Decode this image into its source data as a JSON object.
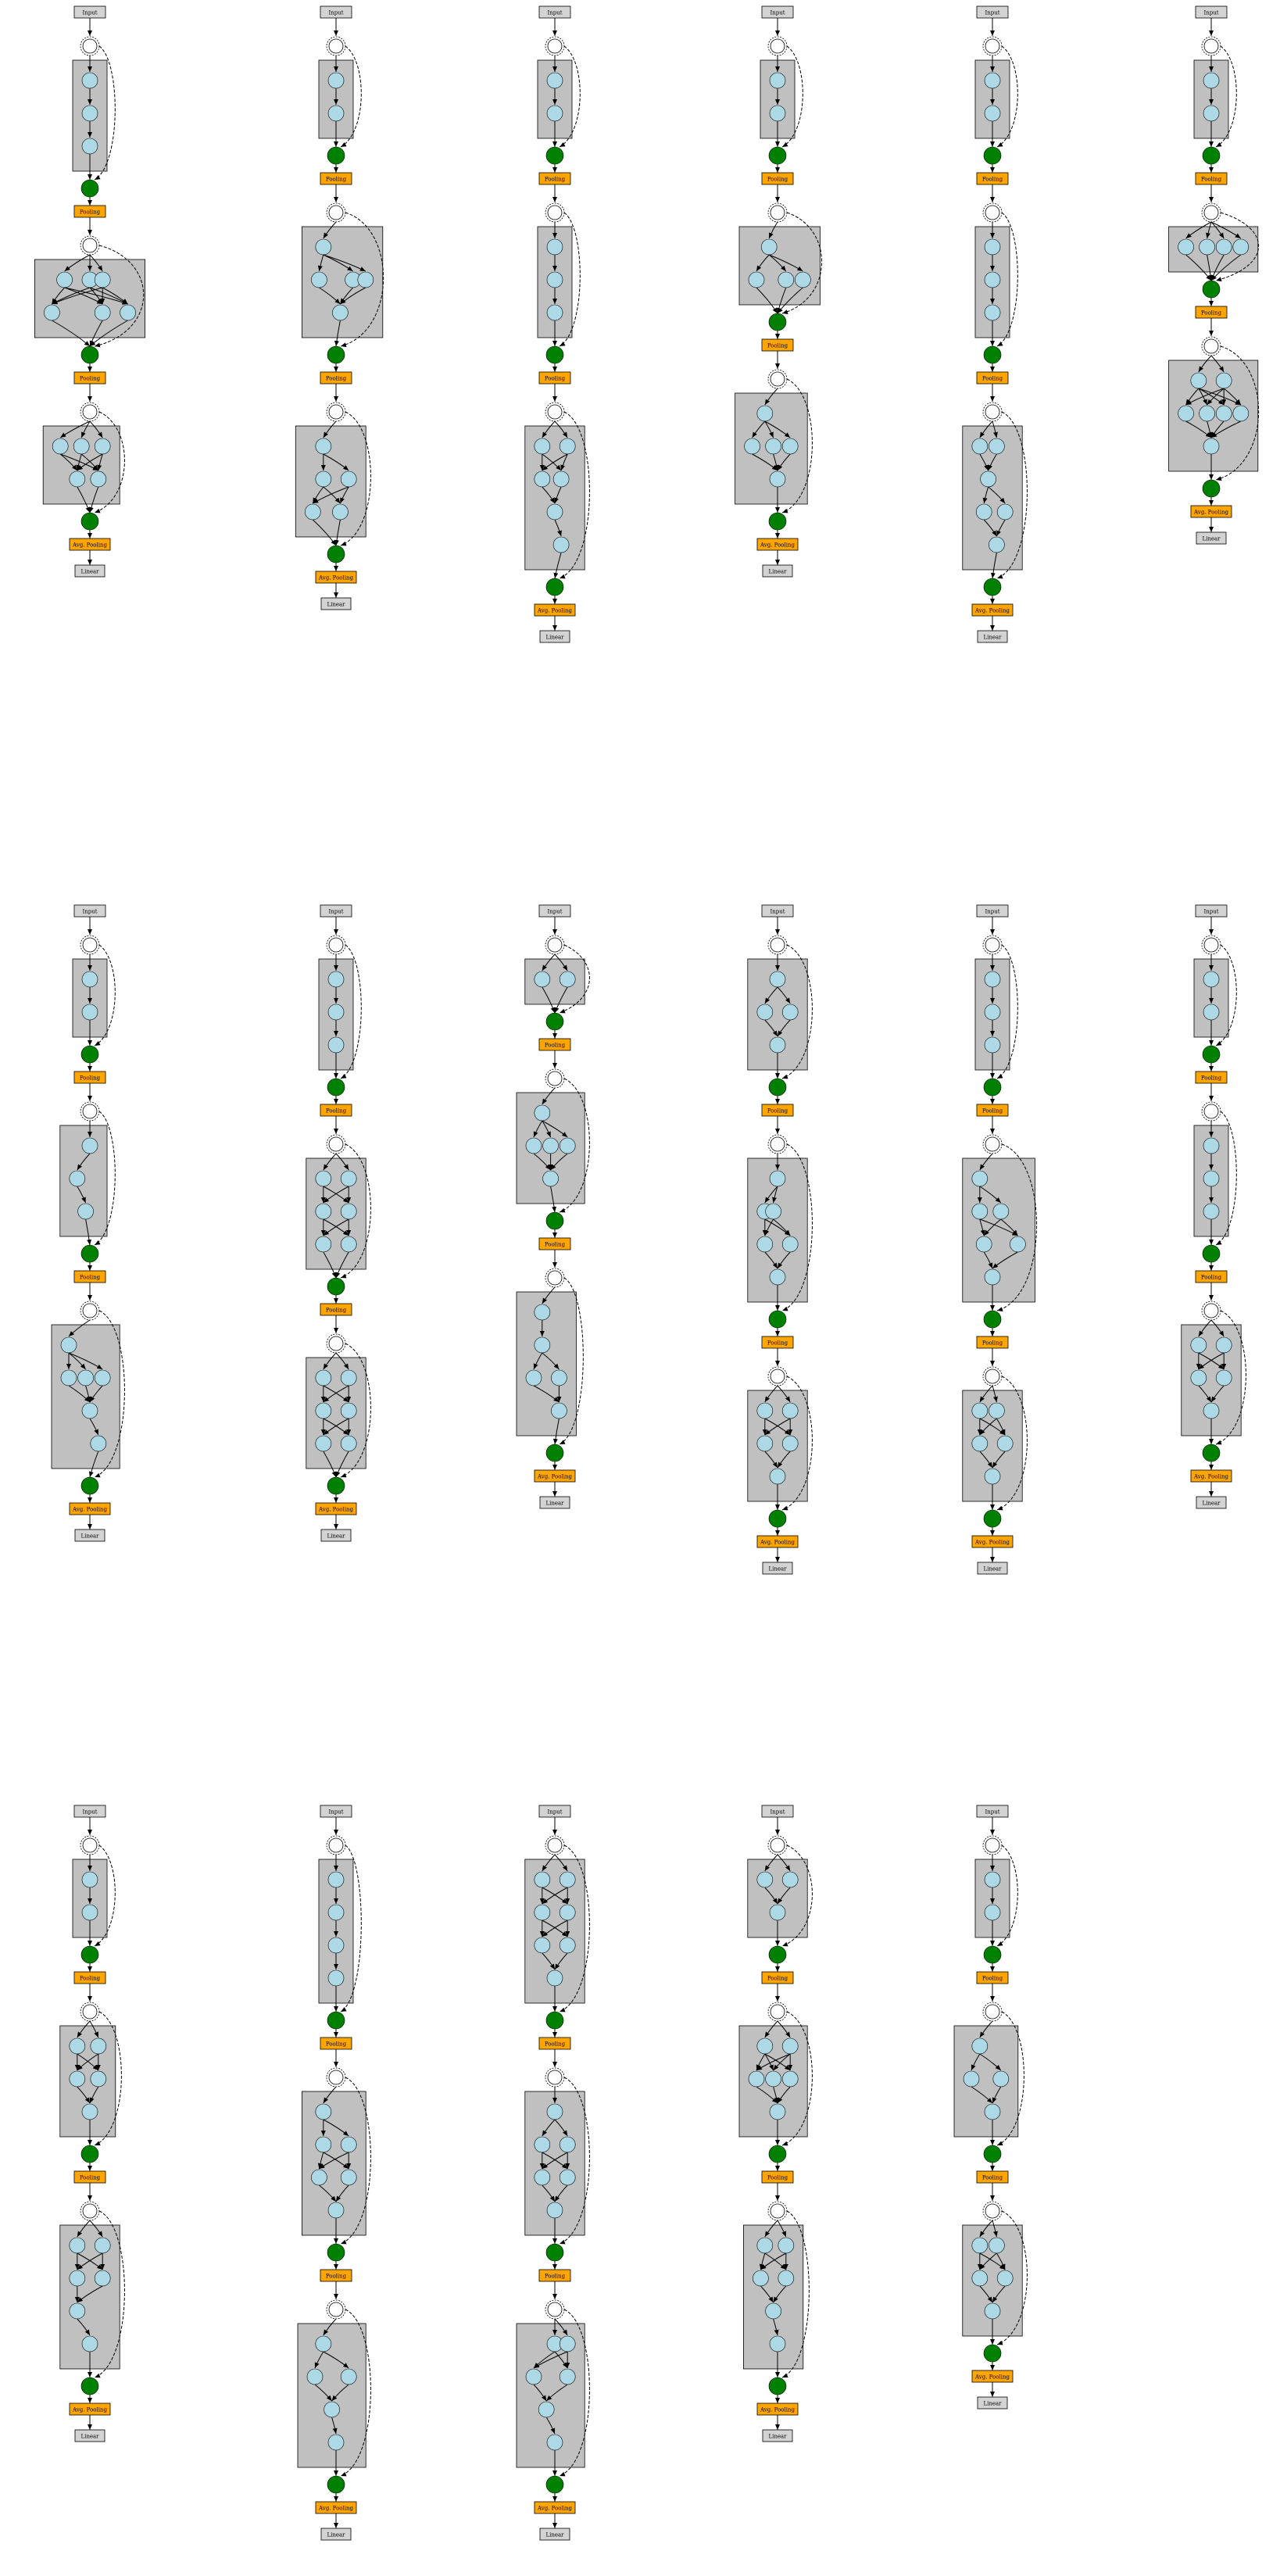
{
  "labels": {
    "input": "Input",
    "pooling": "Pooling",
    "avg_pooling": "Avg. Pooling",
    "linear": "Linear"
  },
  "colors": {
    "input_fill": "#d3d3d3",
    "pooling_fill": "#ffa500",
    "linear_fill": "#d3d3d3",
    "cell_fill": "#c0c0c0",
    "op_node": "#add8e6",
    "agg_node": "#008000"
  },
  "architectures": [
    {
      "cells": [
        {
          "ops": [
            [
              0
            ],
            [
              0
            ],
            [
              0
            ]
          ]
        },
        {
          "ops": [
            [
              -1.2,
              0,
              0.6
            ],
            [
              -1.8,
              0.6,
              1.8
            ]
          ]
        },
        {
          "ops": [
            [
              -1.4,
              -0.4,
              0.6
            ],
            [
              -0.6,
              0.4
            ]
          ]
        }
      ]
    },
    {
      "cells": [
        {
          "ops": [
            [
              0
            ],
            [
              0
            ]
          ]
        },
        {
          "ops": [
            [
              -0.6
            ],
            [
              -0.8,
              0.8,
              1.4
            ],
            [
              0.2
            ]
          ]
        },
        {
          "ops": [
            [
              -0.6
            ],
            [
              -0.6,
              0.6
            ],
            [
              -1.1,
              0.2
            ]
          ]
        }
      ]
    },
    {
      "cells": [
        {
          "ops": [
            [
              0
            ],
            [
              0
            ]
          ]
        },
        {
          "ops": [
            [
              0
            ],
            [
              0
            ],
            [
              0
            ]
          ]
        },
        {
          "ops": [
            [
              -0.6,
              0.6
            ],
            [
              -0.6,
              0.3
            ],
            [
              0
            ],
            [
              0.3
            ]
          ]
        }
      ]
    },
    {
      "cells": [
        {
          "ops": [
            [
              0
            ],
            [
              0
            ]
          ]
        },
        {
          "ops": [
            [
              -0.4
            ],
            [
              -1,
              0.4,
              1.2
            ]
          ]
        },
        {
          "ops": [
            [
              -0.6
            ],
            [
              -1.2,
              -0.2,
              0.6
            ],
            [
              0
            ]
          ]
        }
      ]
    },
    {
      "cells": [
        {
          "ops": [
            [
              0
            ],
            [
              0
            ]
          ]
        },
        {
          "ops": [
            [
              0
            ],
            [
              0
            ],
            [
              0
            ]
          ]
        },
        {
          "ops": [
            [
              -0.6,
              0.2
            ],
            [
              -0.2
            ],
            [
              -0.4,
              0.6
            ],
            [
              0.2
            ]
          ]
        }
      ]
    },
    {
      "cells": [
        {
          "ops": [
            [
              0
            ],
            [
              0
            ]
          ]
        },
        {
          "ops": [
            [
              -1.2,
              -0.2,
              0.6,
              1.4
            ]
          ]
        },
        {
          "ops": [
            [
              -0.6,
              0.6
            ],
            [
              -1.2,
              -0.2,
              0.6,
              1.4
            ],
            [
              0
            ]
          ]
        }
      ]
    },
    {
      "cells": [
        {
          "ops": [
            [
              0
            ],
            [
              0
            ]
          ]
        },
        {
          "ops": [
            [
              0
            ],
            [
              -0.6
            ],
            [
              -0.2
            ]
          ]
        },
        {
          "ops": [
            [
              -1
            ],
            [
              -1,
              -0.2,
              0.6
            ],
            [
              0
            ],
            [
              0.4
            ]
          ]
        }
      ]
    },
    {
      "cells": [
        {
          "ops": [
            [
              0
            ],
            [
              0
            ],
            [
              0
            ]
          ]
        },
        {
          "ops": [
            [
              -0.6,
              0.6
            ],
            [
              -0.6,
              0.6
            ],
            [
              -0.6,
              0.6
            ]
          ]
        },
        {
          "ops": [
            [
              -0.6,
              0.6
            ],
            [
              -0.6,
              0.6
            ],
            [
              -0.6,
              0.6
            ]
          ]
        }
      ]
    },
    {
      "cells": [
        {
          "ops": [
            [
              -0.6,
              0.6
            ]
          ]
        },
        {
          "ops": [
            [
              -0.6
            ],
            [
              -1,
              -0.2,
              0.6
            ],
            [
              -0.2
            ]
          ]
        },
        {
          "ops": [
            [
              -0.6
            ],
            [
              -0.6
            ],
            [
              -1,
              0.2
            ],
            [
              0.2
            ]
          ]
        }
      ]
    },
    {
      "cells": [
        {
          "ops": [
            [
              0
            ],
            [
              -0.6,
              0.6
            ],
            [
              0
            ]
          ]
        },
        {
          "ops": [
            [
              0
            ],
            [
              -0.6,
              -0.2
            ],
            [
              -0.6,
              0.6
            ],
            [
              0
            ]
          ]
        },
        {
          "ops": [
            [
              -0.6,
              0.6
            ],
            [
              -0.6,
              0.6
            ],
            [
              0
            ]
          ]
        }
      ]
    },
    {
      "cells": [
        {
          "ops": [
            [
              0
            ],
            [
              0
            ],
            [
              0
            ]
          ]
        },
        {
          "ops": [
            [
              -0.6
            ],
            [
              -0.6,
              0.4
            ],
            [
              -0.4,
              1.2
            ],
            [
              0
            ]
          ]
        },
        {
          "ops": [
            [
              -0.6,
              0.2
            ],
            [
              -0.6,
              0.6
            ],
            [
              0
            ]
          ]
        }
      ]
    },
    {
      "cells": [
        {
          "ops": [
            [
              0
            ],
            [
              0
            ]
          ]
        },
        {
          "ops": [
            [
              0
            ],
            [
              0
            ],
            [
              0
            ]
          ]
        },
        {
          "ops": [
            [
              -0.6,
              0.6
            ],
            [
              -0.6,
              0.6
            ],
            [
              0
            ]
          ]
        }
      ]
    },
    {
      "cells": [
        {
          "ops": [
            [
              0
            ],
            [
              0
            ]
          ]
        },
        {
          "ops": [
            [
              -0.6,
              0.4
            ],
            [
              -0.6,
              0.4
            ],
            [
              0
            ]
          ]
        },
        {
          "ops": [
            [
              -0.6,
              0.6
            ],
            [
              -0.6,
              0.6
            ],
            [
              -0.6
            ],
            [
              0
            ]
          ]
        }
      ]
    },
    {
      "cells": [
        {
          "ops": [
            [
              0
            ],
            [
              0
            ],
            [
              0
            ],
            [
              0
            ]
          ]
        },
        {
          "ops": [
            [
              -0.6
            ],
            [
              -0.6,
              0.6
            ],
            [
              -0.8,
              0.6
            ],
            [
              0
            ]
          ]
        },
        {
          "ops": [
            [
              -0.6
            ],
            [
              -1,
              0.6
            ],
            [
              -0.2
            ],
            [
              0
            ]
          ]
        }
      ]
    },
    {
      "cells": [
        {
          "ops": [
            [
              -0.6,
              0.6
            ],
            [
              -0.6,
              0.6
            ],
            [
              -0.6,
              0.6
            ],
            [
              0
            ]
          ]
        },
        {
          "ops": [
            [
              0
            ],
            [
              -0.6,
              0.6
            ],
            [
              -0.6,
              0.6
            ],
            [
              0
            ]
          ]
        },
        {
          "ops": [
            [
              0,
              0.6
            ],
            [
              -1,
              0.6
            ],
            [
              -0.4
            ],
            [
              0
            ]
          ]
        }
      ]
    },
    {
      "cells": [
        {
          "ops": [
            [
              -0.6,
              0.6
            ],
            [
              0
            ]
          ]
        },
        {
          "ops": [
            [
              -0.6,
              0.6
            ],
            [
              -1,
              -0.2,
              0.6
            ],
            [
              0
            ]
          ]
        },
        {
          "ops": [
            [
              -0.6,
              0.4
            ],
            [
              -0.8,
              0.4
            ],
            [
              -0.2
            ],
            [
              0
            ]
          ]
        }
      ]
    },
    {
      "cells": [
        {
          "ops": [
            [
              0
            ],
            [
              0
            ]
          ]
        },
        {
          "ops": [
            [
              -0.6
            ],
            [
              -1,
              0.4
            ],
            [
              0
            ]
          ]
        },
        {
          "ops": [
            [
              -0.6,
              0.2
            ],
            [
              -0.6,
              0.6
            ],
            [
              0
            ]
          ]
        }
      ]
    }
  ]
}
